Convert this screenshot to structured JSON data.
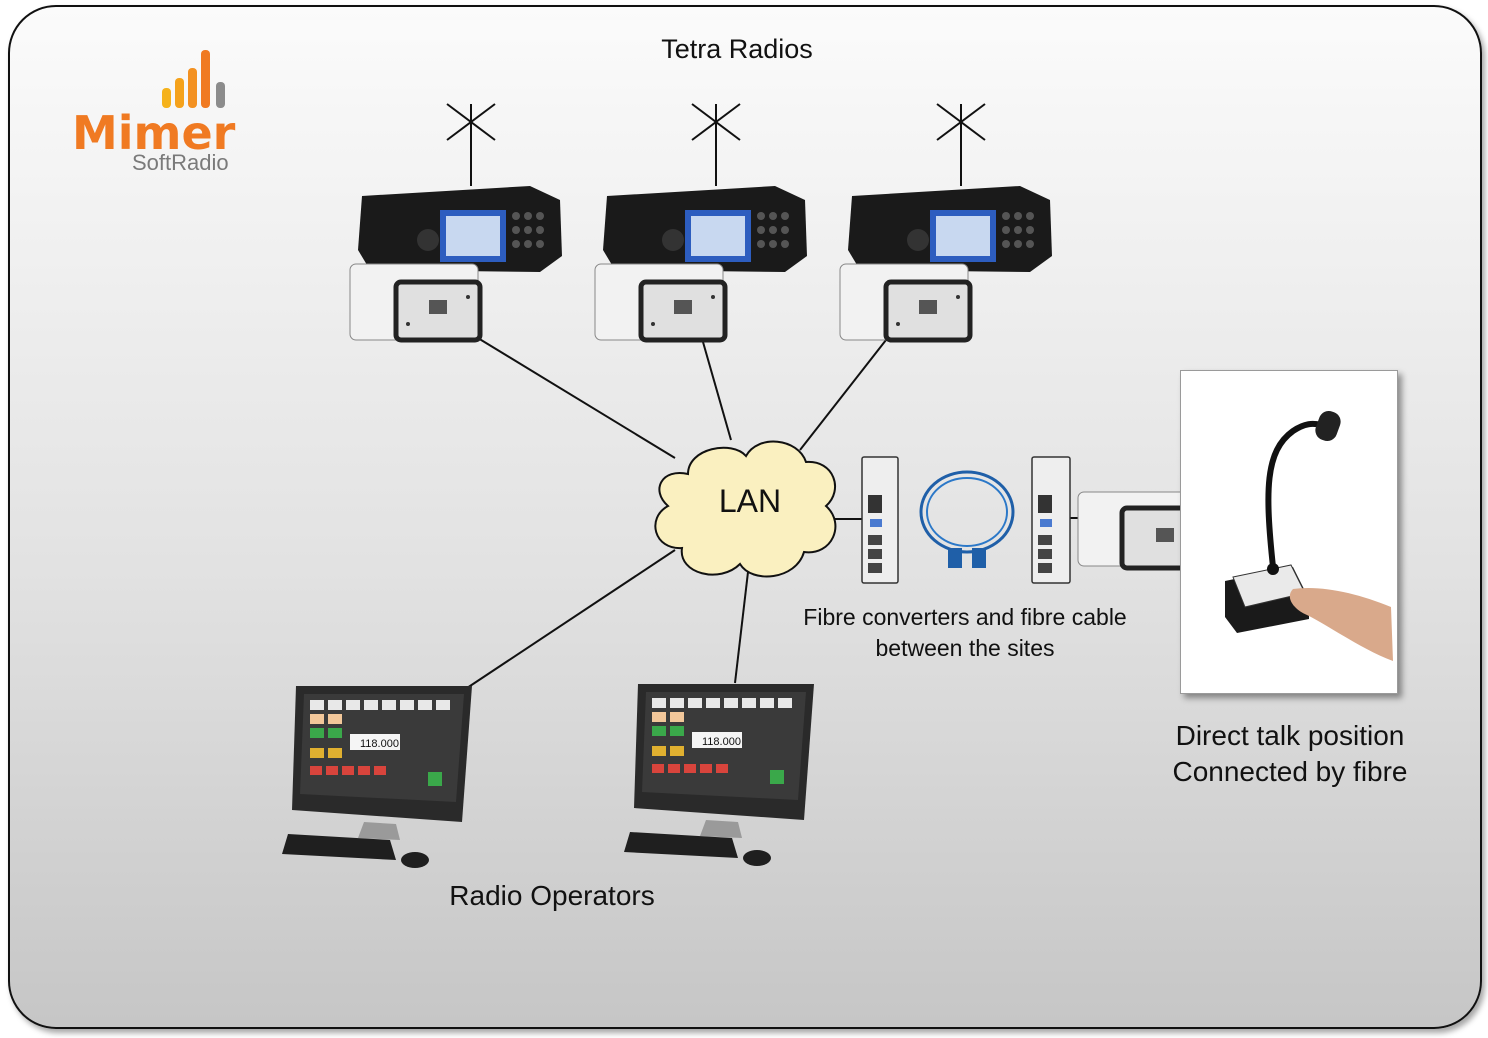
{
  "diagram": {
    "title": "Tetra Radios",
    "cloud_label": "LAN",
    "fibre_label": "Fibre converters and fibre cable between the sites",
    "direct_label_line1": "Direct talk position",
    "direct_label_line2": "Connected by fibre",
    "operators_label": "Radio Operators"
  },
  "logo": {
    "word": "Mimer",
    "sub": "SoftRadio"
  },
  "screens": {
    "left_freq": "118.000",
    "right_freq": "118.000"
  },
  "colors": {
    "logo_orange": "#f07a22",
    "logo_yellow": "#f5b21b",
    "cloud_fill": "#faf0c0",
    "fibre_cable": "#1f5fa8"
  }
}
